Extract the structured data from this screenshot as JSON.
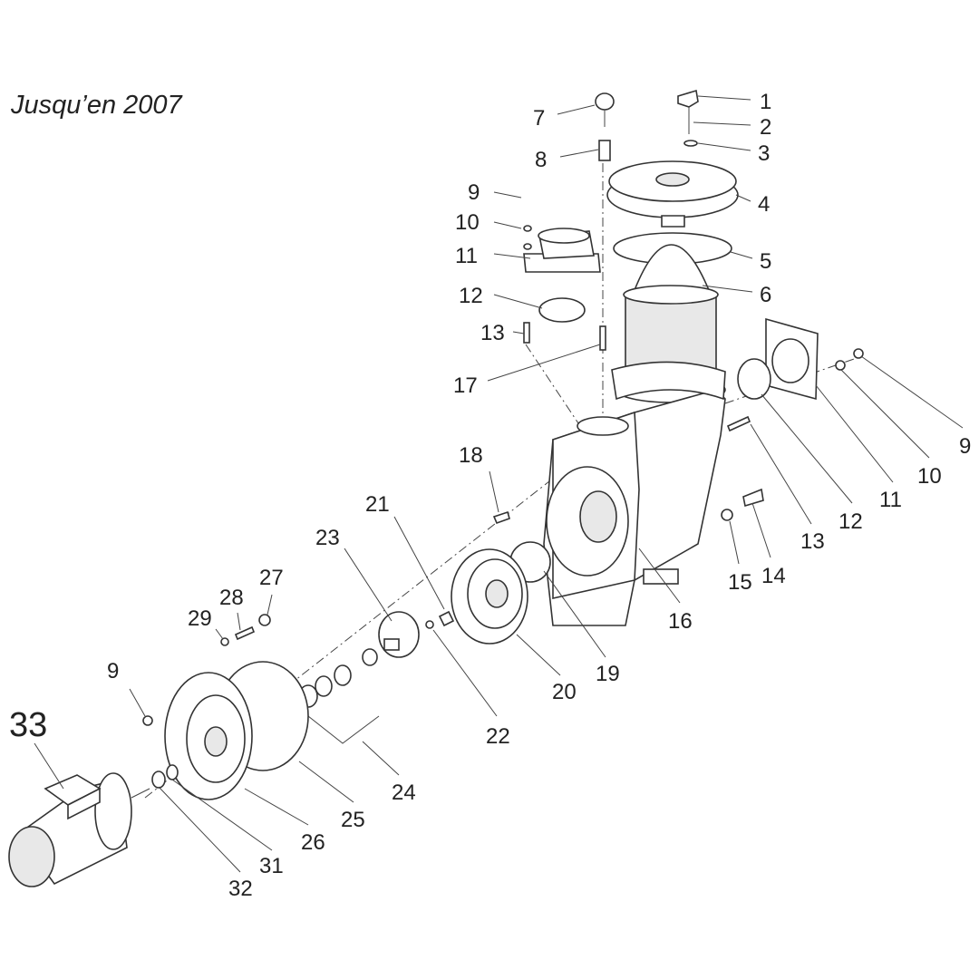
{
  "title": "Jusqu’en 2007",
  "callouts": [
    {
      "n": "1"
    },
    {
      "n": "2"
    },
    {
      "n": "3"
    },
    {
      "n": "4"
    },
    {
      "n": "5"
    },
    {
      "n": "6"
    },
    {
      "n": "7"
    },
    {
      "n": "8"
    },
    {
      "n": "9"
    },
    {
      "n": "10"
    },
    {
      "n": "11"
    },
    {
      "n": "12"
    },
    {
      "n": "13"
    },
    {
      "n": "17"
    },
    {
      "n": "18"
    },
    {
      "n": "21"
    },
    {
      "n": "23"
    },
    {
      "n": "27"
    },
    {
      "n": "28"
    },
    {
      "n": "29"
    },
    {
      "n": "9"
    },
    {
      "n": "33"
    },
    {
      "n": "22"
    },
    {
      "n": "24"
    },
    {
      "n": "25"
    },
    {
      "n": "26"
    },
    {
      "n": "31"
    },
    {
      "n": "32"
    },
    {
      "n": "20"
    },
    {
      "n": "19"
    },
    {
      "n": "16"
    },
    {
      "n": "15"
    },
    {
      "n": "14"
    },
    {
      "n": "13"
    },
    {
      "n": "12"
    },
    {
      "n": "11"
    },
    {
      "n": "10"
    },
    {
      "n": "9"
    }
  ]
}
